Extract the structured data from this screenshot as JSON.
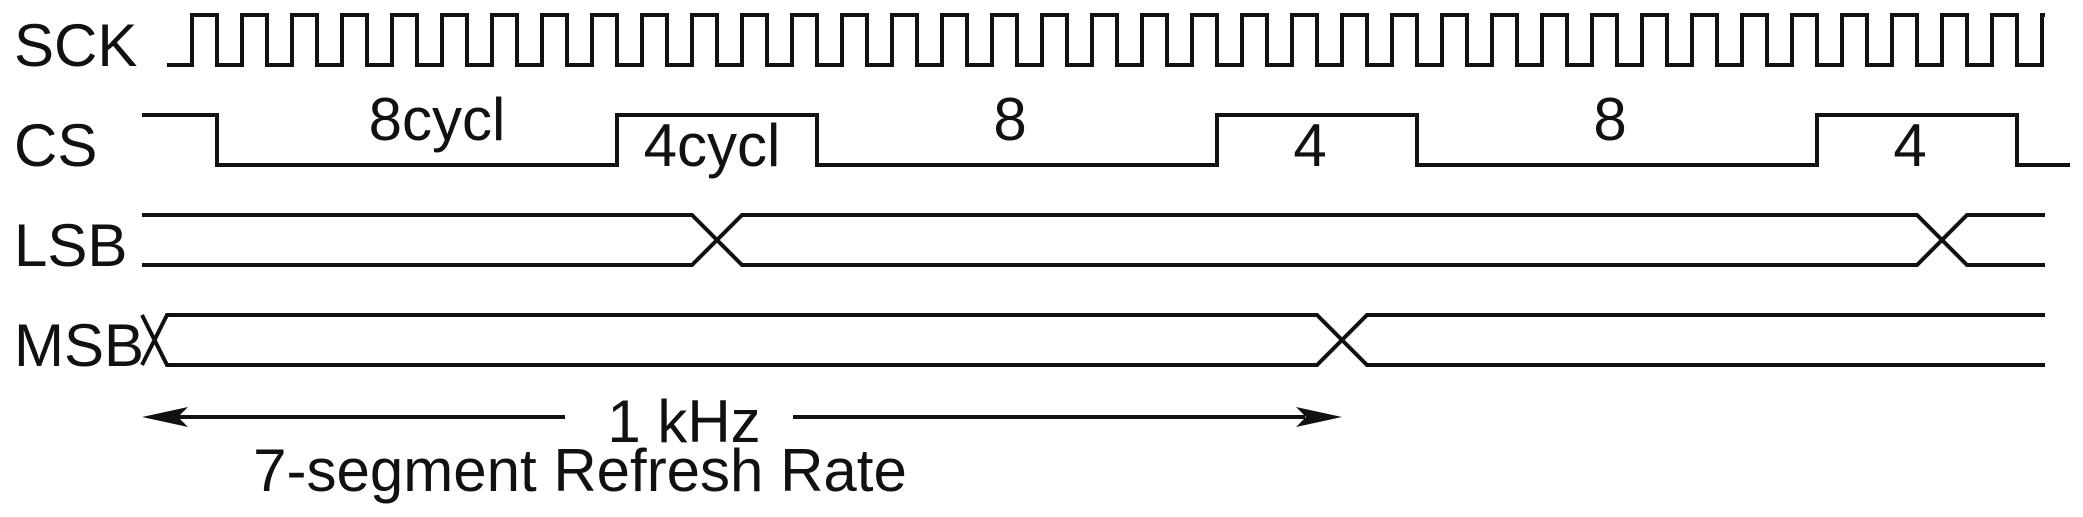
{
  "signals": {
    "sck": "SCK",
    "cs": "CS",
    "lsb": "LSB",
    "msb": "MSB"
  },
  "annotations": {
    "cs_low_1": "8cycl",
    "cs_high_1": "4cycl",
    "cs_low_2": "8",
    "cs_high_2": "4",
    "cs_low_3": "8",
    "cs_high_3": "4"
  },
  "period": {
    "frequency": "1 kHz",
    "description": "7-segment Refresh Rate"
  },
  "colors": {
    "ink": "#111111",
    "background": "#ffffff"
  }
}
